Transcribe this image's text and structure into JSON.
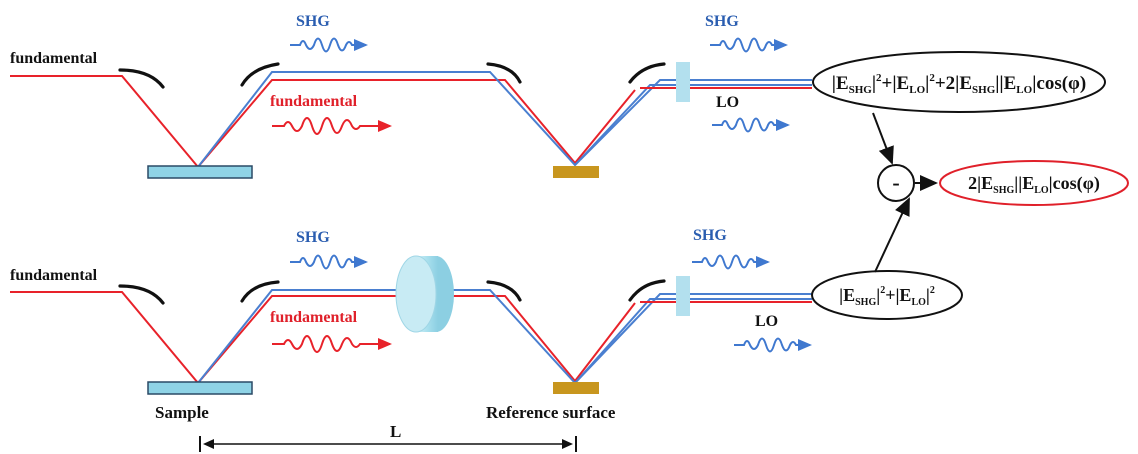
{
  "labels": {
    "fundamental": "fundamental",
    "shg": "SHG",
    "lo": "LO",
    "sample": "Sample",
    "reference_surface": "Reference surface",
    "distance": "L",
    "minus": "-"
  },
  "equations": {
    "top": {
      "p1": "|E",
      "s1": "SHG",
      "p2": "|",
      "sp1": "2",
      "p3": "+|E",
      "s2": "LO",
      "p4": "|",
      "sp2": "2",
      "p5": "+2|E",
      "s3": "SHG",
      "p6": "||E",
      "s4": "LO",
      "p7": "|cos(φ)"
    },
    "bottom": {
      "p1": "|E",
      "s1": "SHG",
      "p2": "|",
      "sp1": "2",
      "p3": "+|E",
      "s2": "LO",
      "p4": "|",
      "sp2": "2"
    },
    "result": {
      "p1": "2|E",
      "s1": "SHG",
      "p2": "||E",
      "s2": "LO",
      "p3": "|cos(φ)"
    }
  },
  "colors": {
    "fundamental_beam": "#e8222a",
    "shg_beam": "#4a7fd0",
    "sample_fill": "#8fd3e6",
    "reference_fill": "#c8961e",
    "result_ellipse": "#e0202a"
  }
}
